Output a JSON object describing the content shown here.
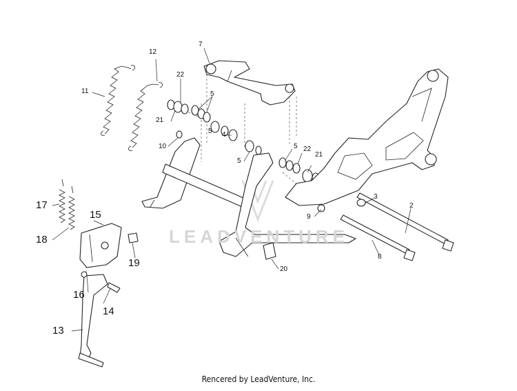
{
  "callouts": {
    "c1": "2",
    "c2": "3",
    "c3": "4",
    "c4": "5",
    "c5": "5",
    "c6": "5",
    "c7": "5",
    "c8": "7",
    "c9": "8",
    "c10": "9",
    "c11": "10",
    "c12": "11",
    "c13": "12",
    "c14": "13",
    "c15": "14",
    "c16": "15",
    "c17": "16",
    "c18": "17",
    "c19": "18",
    "c20": "19",
    "c21": "20",
    "c22": "21",
    "c23": "21",
    "c24": "22",
    "c25": "22"
  },
  "watermark": "LEADVENTURE",
  "credit": "Rencered by LeadVenture, Inc."
}
